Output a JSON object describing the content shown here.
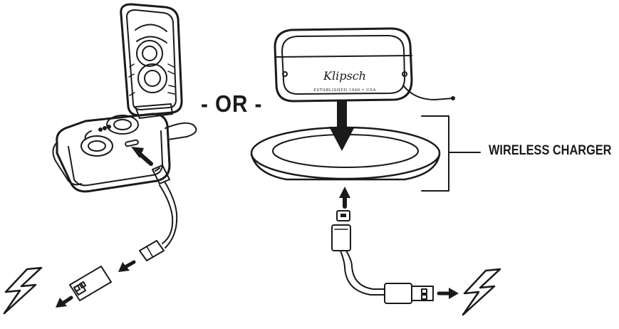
{
  "labels": {
    "or": "- OR -",
    "wireless_charger": "WIRELESS CHARGER"
  },
  "brand": {
    "logo": "Klipsch",
    "tagline": "ESTABLISHED 1946 • USA"
  },
  "icons": {
    "power_left": "lightning-bolt-icon",
    "power_right": "lightning-bolt-icon"
  },
  "colors": {
    "line": "#1a1a1a",
    "background": "#ffffff"
  }
}
